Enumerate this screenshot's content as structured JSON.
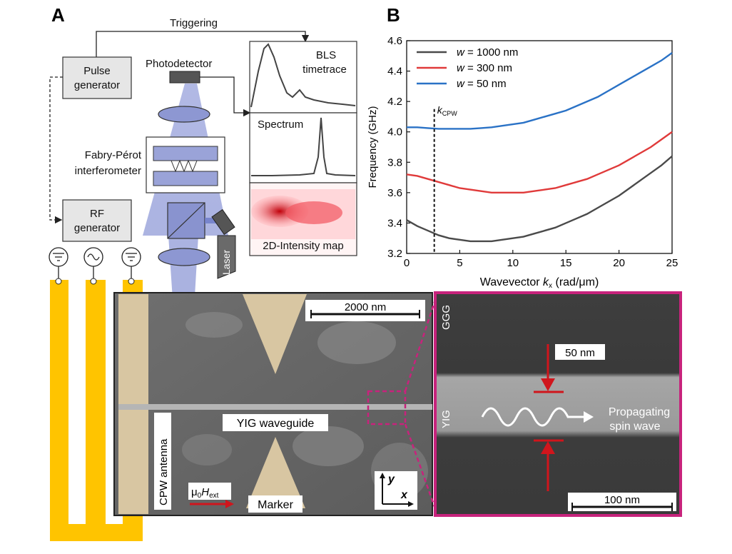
{
  "panelA": {
    "letter": "A",
    "triggering": "Triggering",
    "pulse_gen_l1": "Pulse",
    "pulse_gen_l2": "generator",
    "photodetector": "Photodetector",
    "fp_l1": "Fabry-Pérot",
    "fp_l2": "interferometer",
    "rf_l1": "RF",
    "rf_l2": "generator",
    "laser": "Laser",
    "bls_l1": "BLS",
    "bls_l2": "timetrace",
    "spectrum": "Spectrum",
    "intensity_map": "2D-Intensity map"
  },
  "panelB": {
    "letter": "B",
    "chart_data": {
      "type": "line",
      "xlabel_pre": "Wavevector ",
      "xlabel_k": "k",
      "xlabel_sub": "x",
      "xlabel_post": " (rad/μm)",
      "ylabel": "Frequency (GHz)",
      "xlim": [
        0,
        25
      ],
      "ylim": [
        3.2,
        4.6
      ],
      "xticks": [
        0,
        5,
        10,
        15,
        20,
        25
      ],
      "yticks": [
        3.2,
        3.4,
        3.6,
        3.8,
        4.0,
        4.2,
        4.4,
        4.6
      ],
      "kcpw_x": 2.6,
      "kcpw_label_k": "k",
      "kcpw_label_sub": "CPW",
      "legend_position": "top-left",
      "series": [
        {
          "name_w": "w",
          "name_val": " = 1000 nm",
          "color": "#4a4a4a",
          "x": [
            0,
            1,
            2,
            3,
            4,
            5,
            6,
            7,
            8,
            9,
            10,
            11,
            12,
            13,
            14,
            15,
            16,
            17,
            18,
            19,
            20,
            21,
            22,
            23,
            24,
            25
          ],
          "y": [
            3.42,
            3.38,
            3.35,
            3.32,
            3.3,
            3.29,
            3.28,
            3.28,
            3.28,
            3.29,
            3.3,
            3.31,
            3.33,
            3.35,
            3.37,
            3.4,
            3.43,
            3.46,
            3.5,
            3.54,
            3.58,
            3.63,
            3.68,
            3.73,
            3.78,
            3.84
          ]
        },
        {
          "name_w": "w",
          "name_val": " = 300 nm",
          "color": "#e03a3a",
          "x": [
            0,
            1,
            2,
            3,
            4,
            5,
            6,
            7,
            8,
            9,
            10,
            11,
            12,
            13,
            14,
            15,
            16,
            17,
            18,
            19,
            20,
            21,
            22,
            23,
            24,
            25
          ],
          "y": [
            3.72,
            3.71,
            3.69,
            3.67,
            3.65,
            3.63,
            3.62,
            3.61,
            3.6,
            3.6,
            3.6,
            3.6,
            3.61,
            3.62,
            3.63,
            3.65,
            3.67,
            3.69,
            3.72,
            3.75,
            3.78,
            3.82,
            3.86,
            3.9,
            3.95,
            4.0
          ]
        },
        {
          "name_w": "w",
          "name_val": " = 50 nm",
          "color": "#2a72c6",
          "x": [
            0,
            1,
            2,
            3,
            4,
            5,
            6,
            7,
            8,
            9,
            10,
            11,
            12,
            13,
            14,
            15,
            16,
            17,
            18,
            19,
            20,
            21,
            22,
            23,
            24,
            25
          ],
          "y": [
            4.03,
            4.03,
            4.025,
            4.02,
            4.02,
            4.02,
            4.02,
            4.025,
            4.03,
            4.04,
            4.05,
            4.06,
            4.08,
            4.1,
            4.12,
            4.14,
            4.17,
            4.2,
            4.23,
            4.27,
            4.31,
            4.35,
            4.39,
            4.43,
            4.47,
            4.52
          ]
        }
      ]
    }
  },
  "panelC": {
    "cpw_antenna": "CPW antenna",
    "scale_2000": "2000 nm",
    "yig_waveguide": "YIG waveguide",
    "field_mu": "μ",
    "field_sub0": "0",
    "field_H": "H",
    "field_sub_ext": "ext",
    "marker": "Marker",
    "axis_y": "y",
    "axis_x": "x",
    "ggg": "GGG",
    "yig": "YIG",
    "width_50": "50 nm",
    "propagating_l1": "Propagating",
    "propagating_l2": "spin wave",
    "scale_100": "100 nm"
  },
  "colors": {
    "antenna_yellow": "#ffc400",
    "inset_border": "#c7237c",
    "arrow_red": "#d0151c",
    "beam_blue": "#7f8fd0"
  }
}
